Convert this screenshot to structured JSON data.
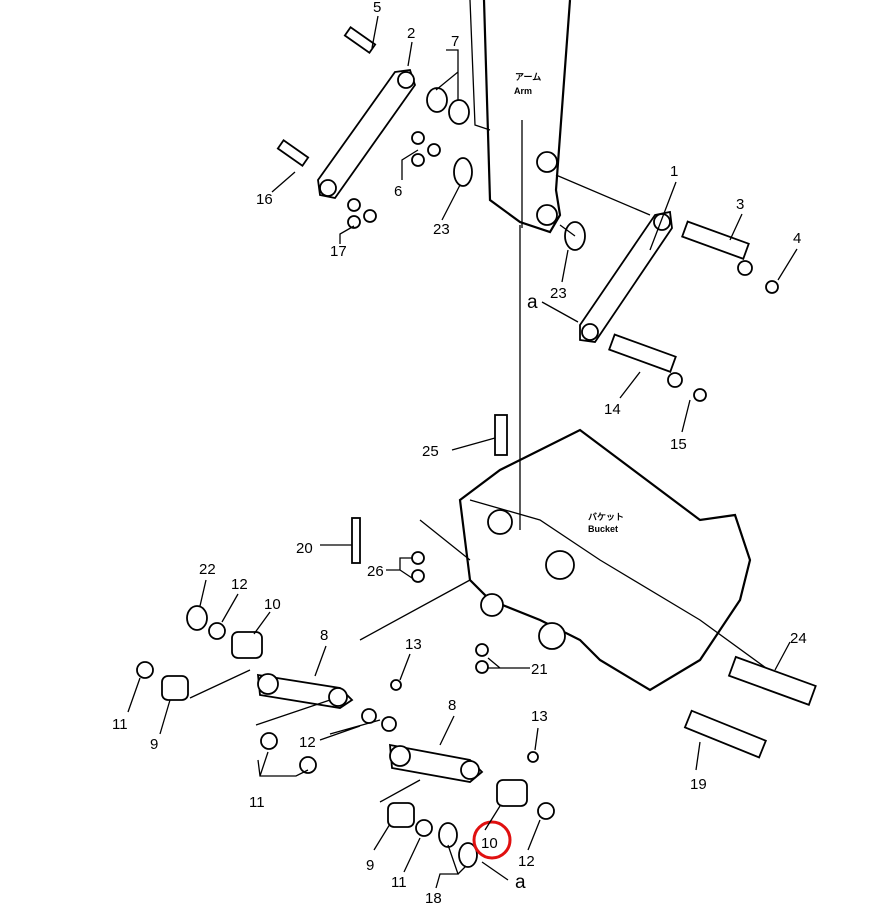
{
  "diagram": {
    "labels": {
      "arm_jp": "アーム",
      "arm_en": "Arm",
      "bucket_jp": "バケット",
      "bucket_en": "Bucket"
    },
    "callouts": [
      "5",
      "2",
      "7",
      "16",
      "6",
      "17",
      "23",
      "1",
      "3",
      "4",
      "23",
      "a",
      "14",
      "15",
      "25",
      "20",
      "26",
      "22",
      "12",
      "10",
      "8",
      "13",
      "21",
      "24",
      "11",
      "9",
      "12",
      "11",
      "8",
      "13",
      "19",
      "9",
      "11",
      "10",
      "12",
      "a",
      "18"
    ],
    "highlight_color": "#e01010"
  }
}
